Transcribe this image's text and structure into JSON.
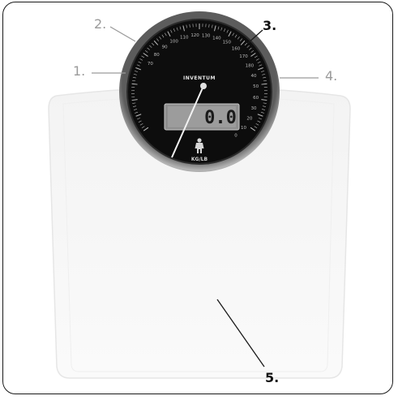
{
  "callouts": {
    "c1": "1.",
    "c2": "2.",
    "c3": "3.",
    "c4": "4.",
    "c5": "5."
  },
  "dial": {
    "brand": "INVENTUM",
    "scale_outer": [
      "70",
      "80",
      "90",
      "100",
      "110",
      "120",
      "130",
      "140",
      "150",
      "160",
      "170",
      "180",
      "40",
      "50",
      "60",
      "30",
      "20",
      "10",
      "0"
    ],
    "display_value": "0.0",
    "unit_label": "KG/LB"
  },
  "colors": {
    "dial_face": "#0d0d0d",
    "bezel": "#8f8f8f",
    "lcd": "#9a9a9a",
    "platform": "#ffffff",
    "callout_grey": "#9a9a9a",
    "callout_dark": "#111111"
  }
}
